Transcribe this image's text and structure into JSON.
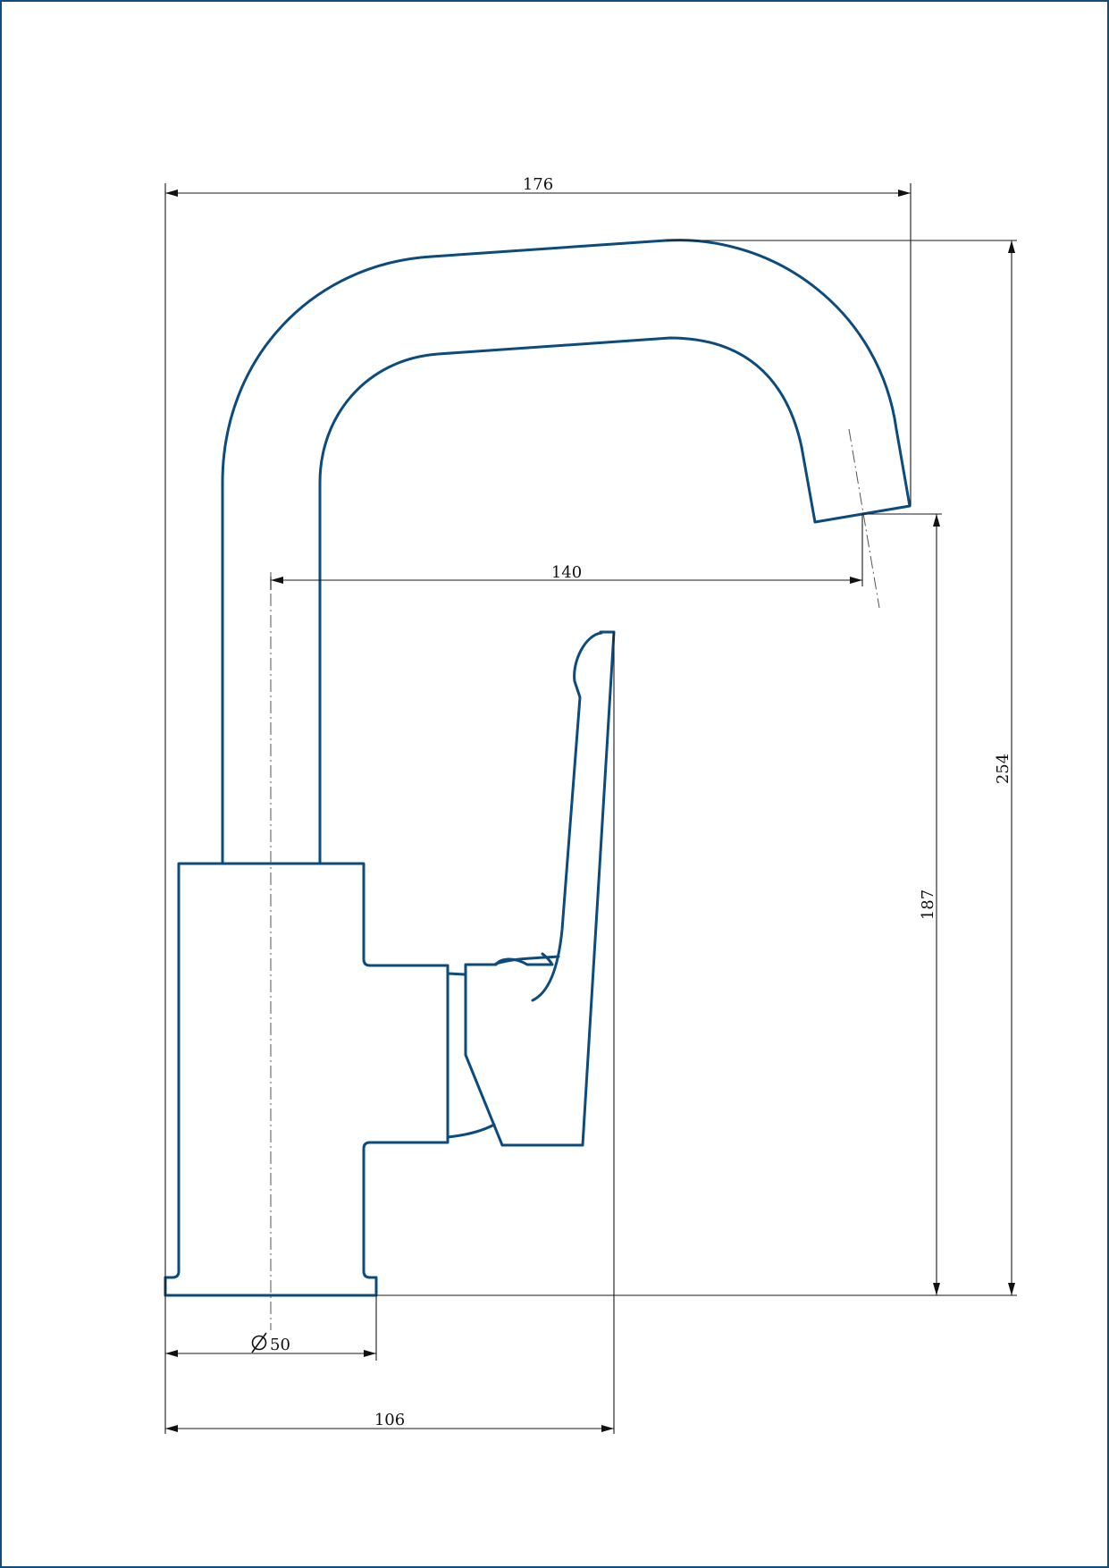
{
  "colors": {
    "outline": "#0b4b7d",
    "dimension": "#111111",
    "background": "#ffffff"
  },
  "dimensions": {
    "total_width": "176",
    "spout_reach": "140",
    "total_height": "254",
    "spout_height": "187",
    "base_diameter": "50",
    "handle_width": "106"
  }
}
